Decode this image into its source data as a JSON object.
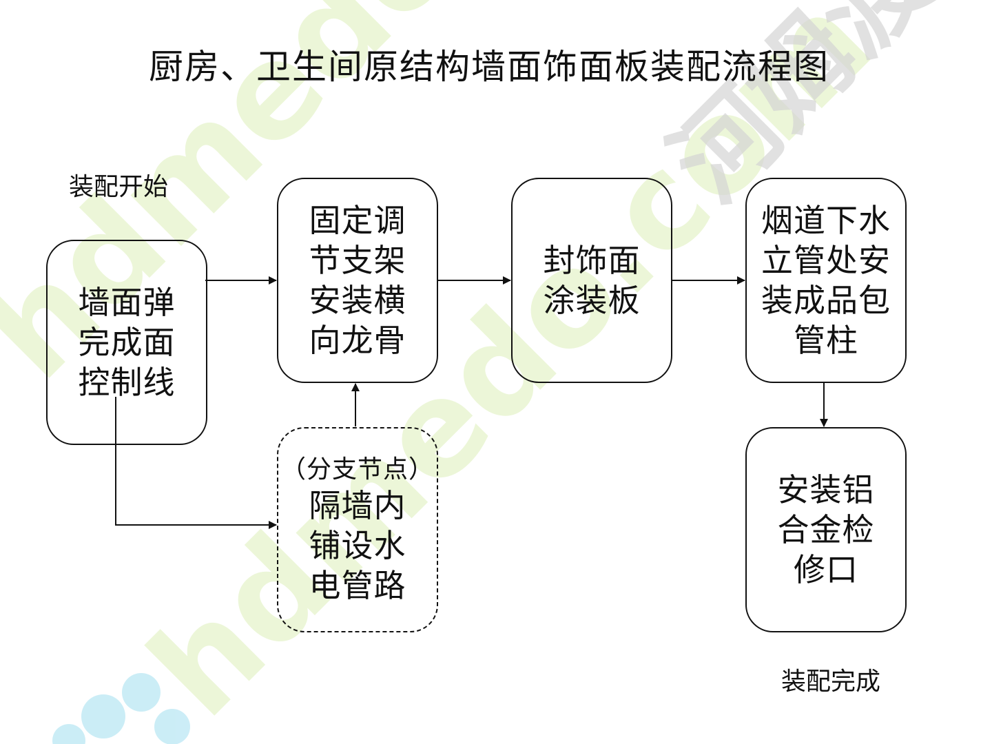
{
  "diagram": {
    "title": "厨房、卫生间原结构墙面饰面板装配流程图",
    "start_label": "装配开始",
    "end_label": "装配完成",
    "nodes": {
      "snap_line": "墙面弹\n完成面\n控制线",
      "install_frame": "固定调\n节支架\n安装横\n向龙骨",
      "seal_panel": "封饰面\n涂装板",
      "pipe_column": "烟道下水\n立管处安\n装成品包\n管柱",
      "access_door": "安装铝\n合金检\n修口",
      "branch_tag": "（分支节点）",
      "branch_pipes": "隔墙内\n铺设水\n电管路"
    }
  },
  "watermark": {
    "text": "hdmedo.com",
    "brand": "河姆渡",
    "colors": {
      "cyan": "#bfe9f5",
      "green": "#e4f3c8",
      "gray": "#d5d5d5"
    }
  },
  "colors": {
    "line": "#111111",
    "background": "#ffffff"
  }
}
